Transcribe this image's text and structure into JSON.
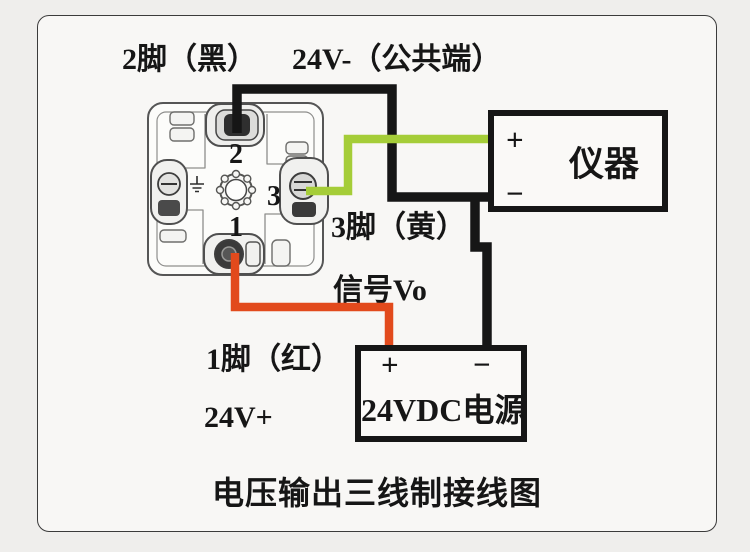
{
  "canvas": {
    "background": "#efeeec",
    "panel_background": "#f8f7f5",
    "panel_border": "#3b3b3b"
  },
  "labels": {
    "pin2": "2脚（黑）",
    "common": "24V-（公共端）",
    "pin3": "3脚（黄）",
    "signal": "信号Vo",
    "pin1": "1脚（红）",
    "supply_positive": "24V+"
  },
  "connector": {
    "pin_top": "2",
    "pin_right": "3",
    "pin_bottom": "1"
  },
  "instrument": {
    "name": "仪器",
    "plus": "+",
    "minus": "−"
  },
  "power": {
    "name": "24VDC电源",
    "plus": "+",
    "minus": "−"
  },
  "title": "电压输出三线制接线图",
  "wires": {
    "common_color": "#161616",
    "signal_color": "#a5cd38",
    "supply_color": "#e24a1c"
  }
}
